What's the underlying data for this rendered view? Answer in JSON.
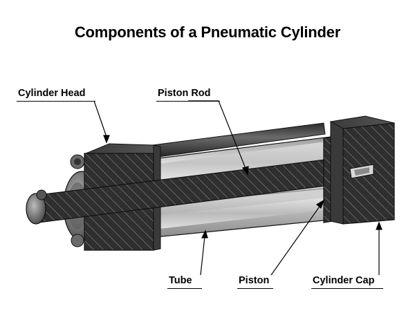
{
  "diagram": {
    "title": "Components of a Pneumatic Cylinder",
    "labels": {
      "cylinder_head": "Cylinder Head",
      "piston_rod": "Piston Rod",
      "tube": "Tube",
      "piston": "Piston",
      "cylinder_cap": "Cylinder Cap"
    },
    "colors": {
      "section_fill": "#2f2f2f",
      "hatch": "#9a9a9a",
      "metal_light": "#d2d2d2",
      "metal_dark": "#4a4a4a",
      "outline": "#111111"
    }
  }
}
